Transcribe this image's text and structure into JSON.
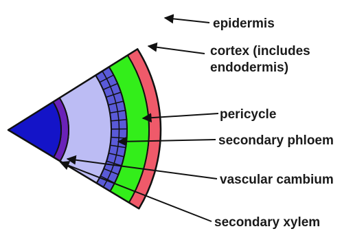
{
  "diagram": {
    "colors": {
      "epidermis": "#ef5a6a",
      "cortex": "#33ee1a",
      "pericycle_cells": "#5a5ad8",
      "phloem": "#bcbcf4",
      "cambium": "#6a22b8",
      "xylem": "#1414c8",
      "outline": "#111111"
    },
    "labels": {
      "epidermis": "epidermis",
      "cortex_line1": "cortex (includes",
      "cortex_line2": "endodermis)",
      "pericycle": "pericycle",
      "secondary_phloem": "secondary phloem",
      "vascular_cambium": "vascular cambium",
      "secondary_xylem": "secondary xylem"
    }
  }
}
